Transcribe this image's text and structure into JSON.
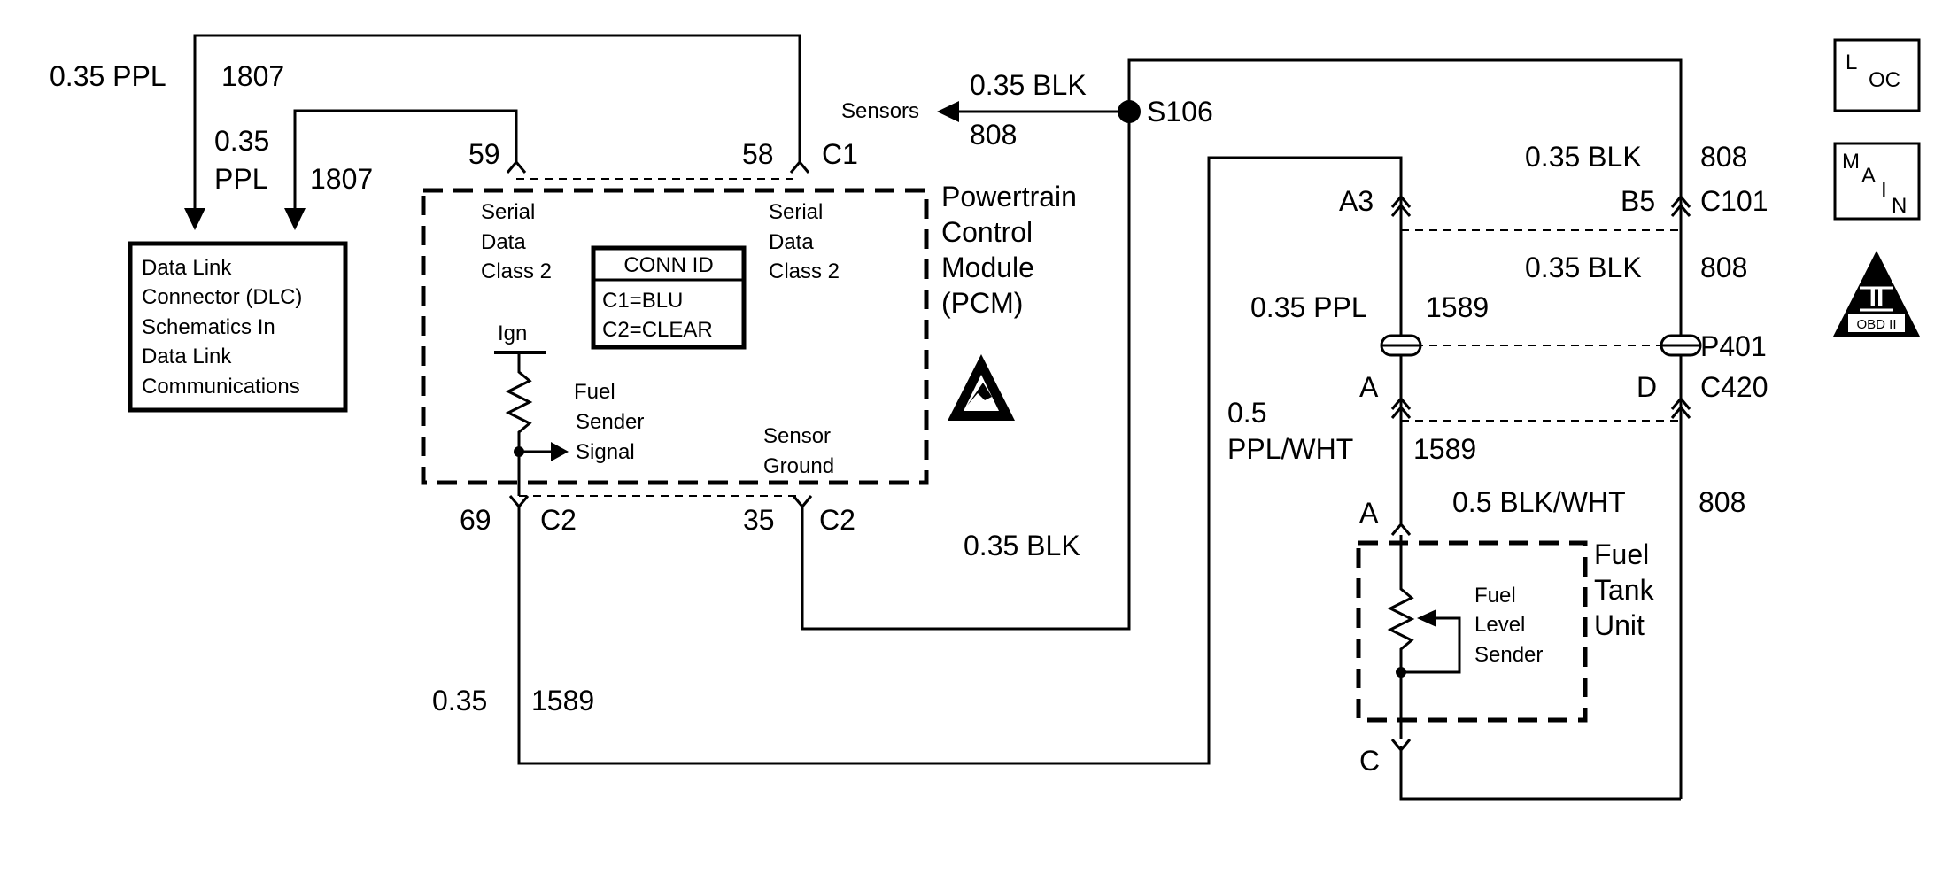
{
  "pcm": {
    "title": [
      "Powertrain",
      "Control",
      "Module",
      "(PCM)"
    ],
    "serial_left": [
      "Serial",
      "Data",
      "Class 2"
    ],
    "serial_right": [
      "Serial",
      "Data",
      "Class 2"
    ],
    "conn_id": {
      "title": "CONN ID",
      "c1": "C1=BLU",
      "c2": "C2=CLEAR"
    },
    "ign": "Ign",
    "fuel_sender_signal": [
      "Fuel",
      "Sender",
      "Signal"
    ],
    "sensor_ground": [
      "Sensor",
      "Ground"
    ]
  },
  "pins": {
    "p59": "59",
    "p58": "58",
    "c1": "C1",
    "p69": "69",
    "c2_left": "C2",
    "p35": "35",
    "c2_right": "C2"
  },
  "dlc_box": [
    "Data Link",
    "Connector (DLC)",
    "Schematics In",
    "Data Link",
    "Communications"
  ],
  "wires": {
    "top_gauge": "0.35 PPL",
    "top_circuit": "1807",
    "inner_gauge_1": "0.35",
    "inner_gauge_2": "PPL",
    "inner_circuit": "1807",
    "sensors_label": "Sensors",
    "blk_top_gauge": "0.35 BLK",
    "blk_top_circuit": "808",
    "splice": "S106",
    "blk_mid": "0.35 BLK",
    "bottom_gauge": "0.35",
    "bottom_circuit": "1589",
    "right_blk_1_gauge": "0.35 BLK",
    "right_blk_1_circuit": "808",
    "right_blk_2_gauge": "0.35 BLK",
    "right_blk_2_circuit": "808",
    "ppl_gauge": "0.35 PPL",
    "ppl_circuit": "1589",
    "ppl_wht_1": "0.5",
    "ppl_wht_2": "PPL/WHT",
    "ppl_wht_circuit": "1589",
    "blk_wht_gauge": "0.5 BLK/WHT",
    "blk_wht_circuit": "808"
  },
  "connectors": {
    "a3": "A3",
    "b5": "B5",
    "c101": "C101",
    "p401": "P401",
    "a_c420": "A",
    "d_c420": "D",
    "c420": "C420",
    "a_tank": "A",
    "c_tank": "C"
  },
  "fuel_tank": {
    "title": [
      "Fuel",
      "Tank",
      "Unit"
    ],
    "sender": [
      "Fuel",
      "Level",
      "Sender"
    ]
  },
  "icons": {
    "loc": {
      "big": "L",
      "small": "OC"
    },
    "main": {
      "l1": "M",
      "l2": "A",
      "l3": "I",
      "l4": "N"
    },
    "obd": {
      "numeral": "II",
      "label": "OBD II"
    }
  }
}
